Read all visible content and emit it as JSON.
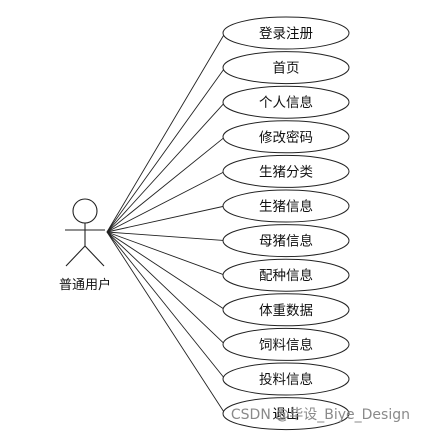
{
  "actor": {
    "name": "普通用户"
  },
  "use_cases": [
    "登录注册",
    "首页",
    "个人信息",
    "修改密码",
    "生猪分类",
    "生猪信息",
    "母猪信息",
    "配种信息",
    "体重数据",
    "饲料信息",
    "投料信息",
    "退出"
  ],
  "watermark": "CSDN @毕设_Biye_Design"
}
